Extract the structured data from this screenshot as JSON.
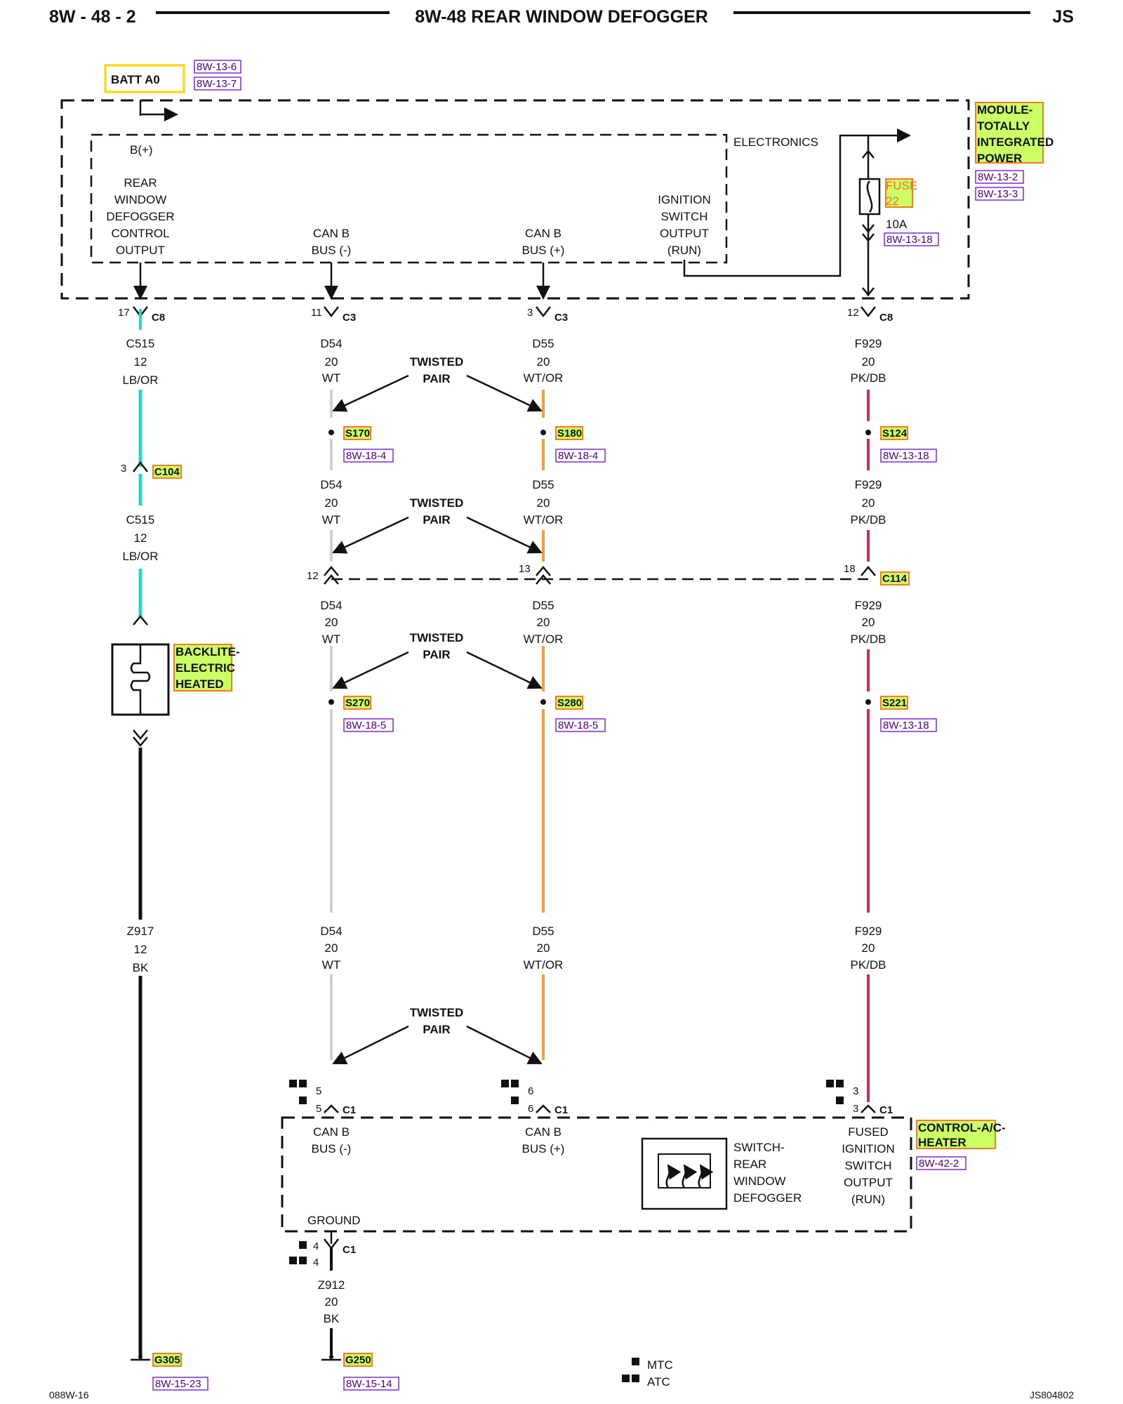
{
  "header": {
    "page_code": "8W - 48 - 2",
    "title": "8W-48 REAR WINDOW DEFOGGER",
    "right_code": "JS"
  },
  "footer": {
    "left_code": "088W-16",
    "right_code": "JS804802"
  },
  "power_source": {
    "label": "BATT A0",
    "refs": [
      "8W-13-6",
      "8W-13-7"
    ]
  },
  "tipm": {
    "name_lines": [
      "MODULE-",
      "TOTALLY",
      "INTEGRATED",
      "POWER"
    ],
    "refs": [
      "8W-13-2",
      "8W-13-3"
    ],
    "electronics_label": "ELECTRONICS",
    "bplus_label": "B(+)",
    "defogger_output_lines": [
      "REAR",
      "WINDOW",
      "DEFOGGER",
      "CONTROL",
      "OUTPUT"
    ],
    "can_minus_lines": [
      "CAN B",
      "BUS (-)"
    ],
    "can_plus_lines": [
      "CAN B",
      "BUS (+)"
    ],
    "ignition_lines": [
      "IGNITION",
      "SWITCH",
      "OUTPUT",
      "(RUN)"
    ],
    "fuse_label": "FUSE",
    "fuse_number": "22",
    "fuse_rating": "10A",
    "fuse_ref": "8W-13-18"
  },
  "connectors": {
    "c8_a": {
      "pin": "17",
      "name": "C8"
    },
    "c3_a": {
      "pin": "11",
      "name": "C3"
    },
    "c3_b": {
      "pin": "3",
      "name": "C3"
    },
    "c8_b": {
      "pin": "12",
      "name": "C8"
    },
    "c104": {
      "pin": "3",
      "name": "C104"
    },
    "c114": {
      "pins": [
        "12",
        "13",
        "18"
      ],
      "name": "C114"
    },
    "c1_a": {
      "pins": [
        "5",
        "5"
      ],
      "name": "C1"
    },
    "c1_b": {
      "pins": [
        "6",
        "6"
      ],
      "name": "C1"
    },
    "c1_c": {
      "pins": [
        "3",
        "3"
      ],
      "name": "C1"
    },
    "c1_d": {
      "pins": [
        "4",
        "4"
      ],
      "name": "C1"
    }
  },
  "wires": {
    "c515": {
      "circuit": "C515",
      "gauge": "12",
      "color": "LB/OR"
    },
    "z917": {
      "circuit": "Z917",
      "gauge": "12",
      "color": "BK"
    },
    "d54": {
      "circuit": "D54",
      "gauge": "20",
      "color": "WT"
    },
    "d55": {
      "circuit": "D55",
      "gauge": "20",
      "color": "WT/OR"
    },
    "f929": {
      "circuit": "F929",
      "gauge": "20",
      "color": "PK/DB"
    },
    "z912": {
      "circuit": "Z912",
      "gauge": "20",
      "color": "BK"
    }
  },
  "twisted_pair": [
    "TWISTED",
    "PAIR"
  ],
  "splices": {
    "s170": {
      "name": "S170",
      "ref": "8W-18-4"
    },
    "s180": {
      "name": "S180",
      "ref": "8W-18-4"
    },
    "s124": {
      "name": "S124",
      "ref": "8W-13-18"
    },
    "s270": {
      "name": "S270",
      "ref": "8W-18-5"
    },
    "s280": {
      "name": "S280",
      "ref": "8W-18-5"
    },
    "s221": {
      "name": "S221",
      "ref": "8W-13-18"
    }
  },
  "backlite": {
    "name_lines": [
      "BACKLITE-",
      "ELECTRIC",
      "HEATED"
    ]
  },
  "control_module": {
    "name_lines": [
      "CONTROL-A/C-",
      "HEATER"
    ],
    "ref": "8W-42-2",
    "can_minus_lines": [
      "CAN B",
      "BUS (-)"
    ],
    "can_plus_lines": [
      "CAN B",
      "BUS (+)"
    ],
    "switch_lines": [
      "SWITCH-",
      "REAR",
      "WINDOW",
      "DEFOGGER"
    ],
    "fused_lines": [
      "FUSED",
      "IGNITION",
      "SWITCH",
      "OUTPUT",
      "(RUN)"
    ],
    "ground_label": "GROUND"
  },
  "grounds": {
    "g305": {
      "name": "G305",
      "ref": "8W-15-23"
    },
    "g250": {
      "name": "G250",
      "ref": "8W-15-14"
    }
  },
  "legend": {
    "mtc": "MTC",
    "atc": "ATC"
  },
  "wire_colors": {
    "lb_or": "#28d6d0",
    "wt": "#d0d0d0",
    "wt_or": "#f0a040",
    "pk_db": "#c0306a",
    "bk": "#111111"
  }
}
